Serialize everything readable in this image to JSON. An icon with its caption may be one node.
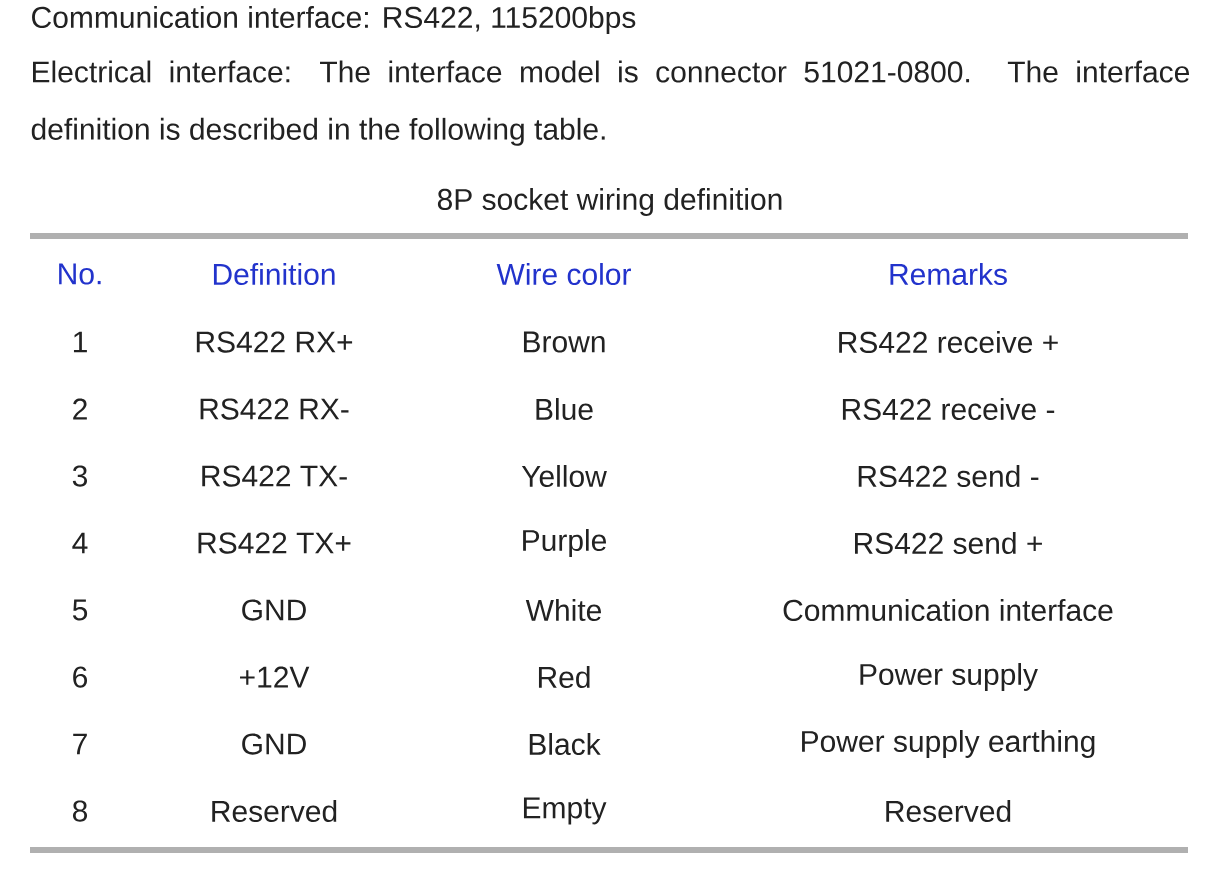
{
  "diagram": {
    "labels": [
      "Communication interface: RS422, 115200bps",
      "Electrical interface: The interface model is connector 51021-0800. The interface definition is described in the following table.",
      "8P socket wiring definition",
      "No.",
      "Definition",
      "Wire color",
      "Remarks",
      "1",
      "RS422 RX+",
      "Brown",
      "RS422 receive +",
      "2",
      "RS422 RX-",
      "Blue",
      "RS422 receive -",
      "3",
      "RS422 TX-",
      "Yellow",
      "RS422 send -",
      "4",
      "RS422 TX+",
      "Purple",
      "RS422 send +",
      "5",
      "GND",
      "White",
      "Communication interface",
      "6",
      "+12V",
      "Red",
      "Power supply",
      "7",
      "GND",
      "Black",
      "Power supply earthing",
      "8",
      "Reserved",
      "Empty",
      "Reserved"
    ]
  }
}
